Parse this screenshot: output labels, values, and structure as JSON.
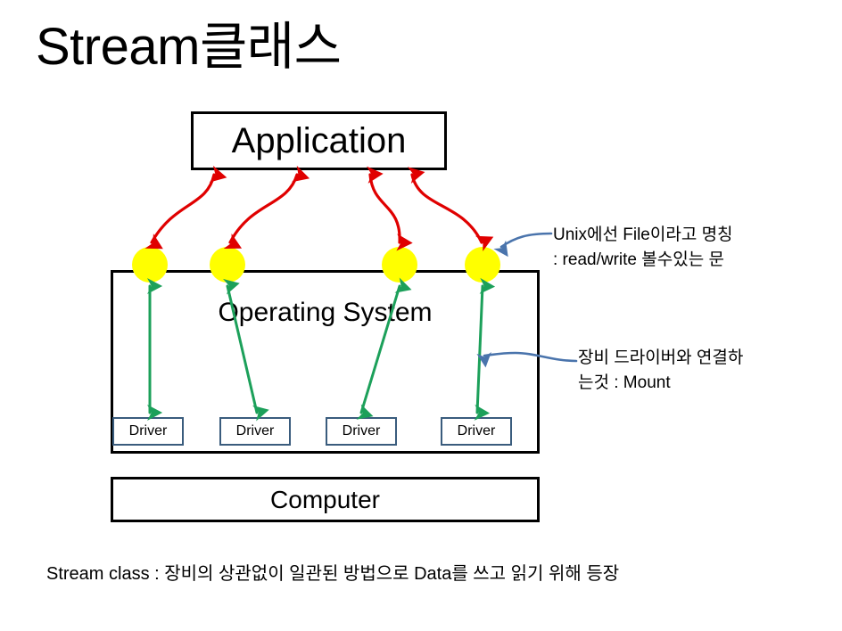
{
  "title": "Stream클래스",
  "boxes": {
    "application": "Application",
    "operating_system": "Operating System",
    "computer": "Computer"
  },
  "drivers": [
    {
      "label": "Driver"
    },
    {
      "label": "Driver"
    },
    {
      "label": "Driver"
    },
    {
      "label": "Driver"
    }
  ],
  "nodes": [
    {
      "name": "stream-node-1"
    },
    {
      "name": "stream-node-2"
    },
    {
      "name": "stream-node-3"
    },
    {
      "name": "stream-node-4"
    }
  ],
  "annotations": {
    "file": {
      "line1": "Unix에선 File이라고 명칭",
      "line2": ": read/write 볼수있는 문"
    },
    "mount": {
      "line1": "장비 드라이버와 연결하",
      "line2": "는것 : Mount"
    }
  },
  "caption": "Stream class : 장비의 상관없이 일관된 방법으로 Data를 쓰고 읽기 위해 등장",
  "colors": {
    "node_fill": "#ffff00",
    "app_arrow": "#e00000",
    "driver_arrow": "#1ca05a",
    "annotation_arrow": "#4a74ac",
    "box_border": "#000000",
    "driver_border": "#3a5c7d",
    "background": "#ffffff"
  }
}
